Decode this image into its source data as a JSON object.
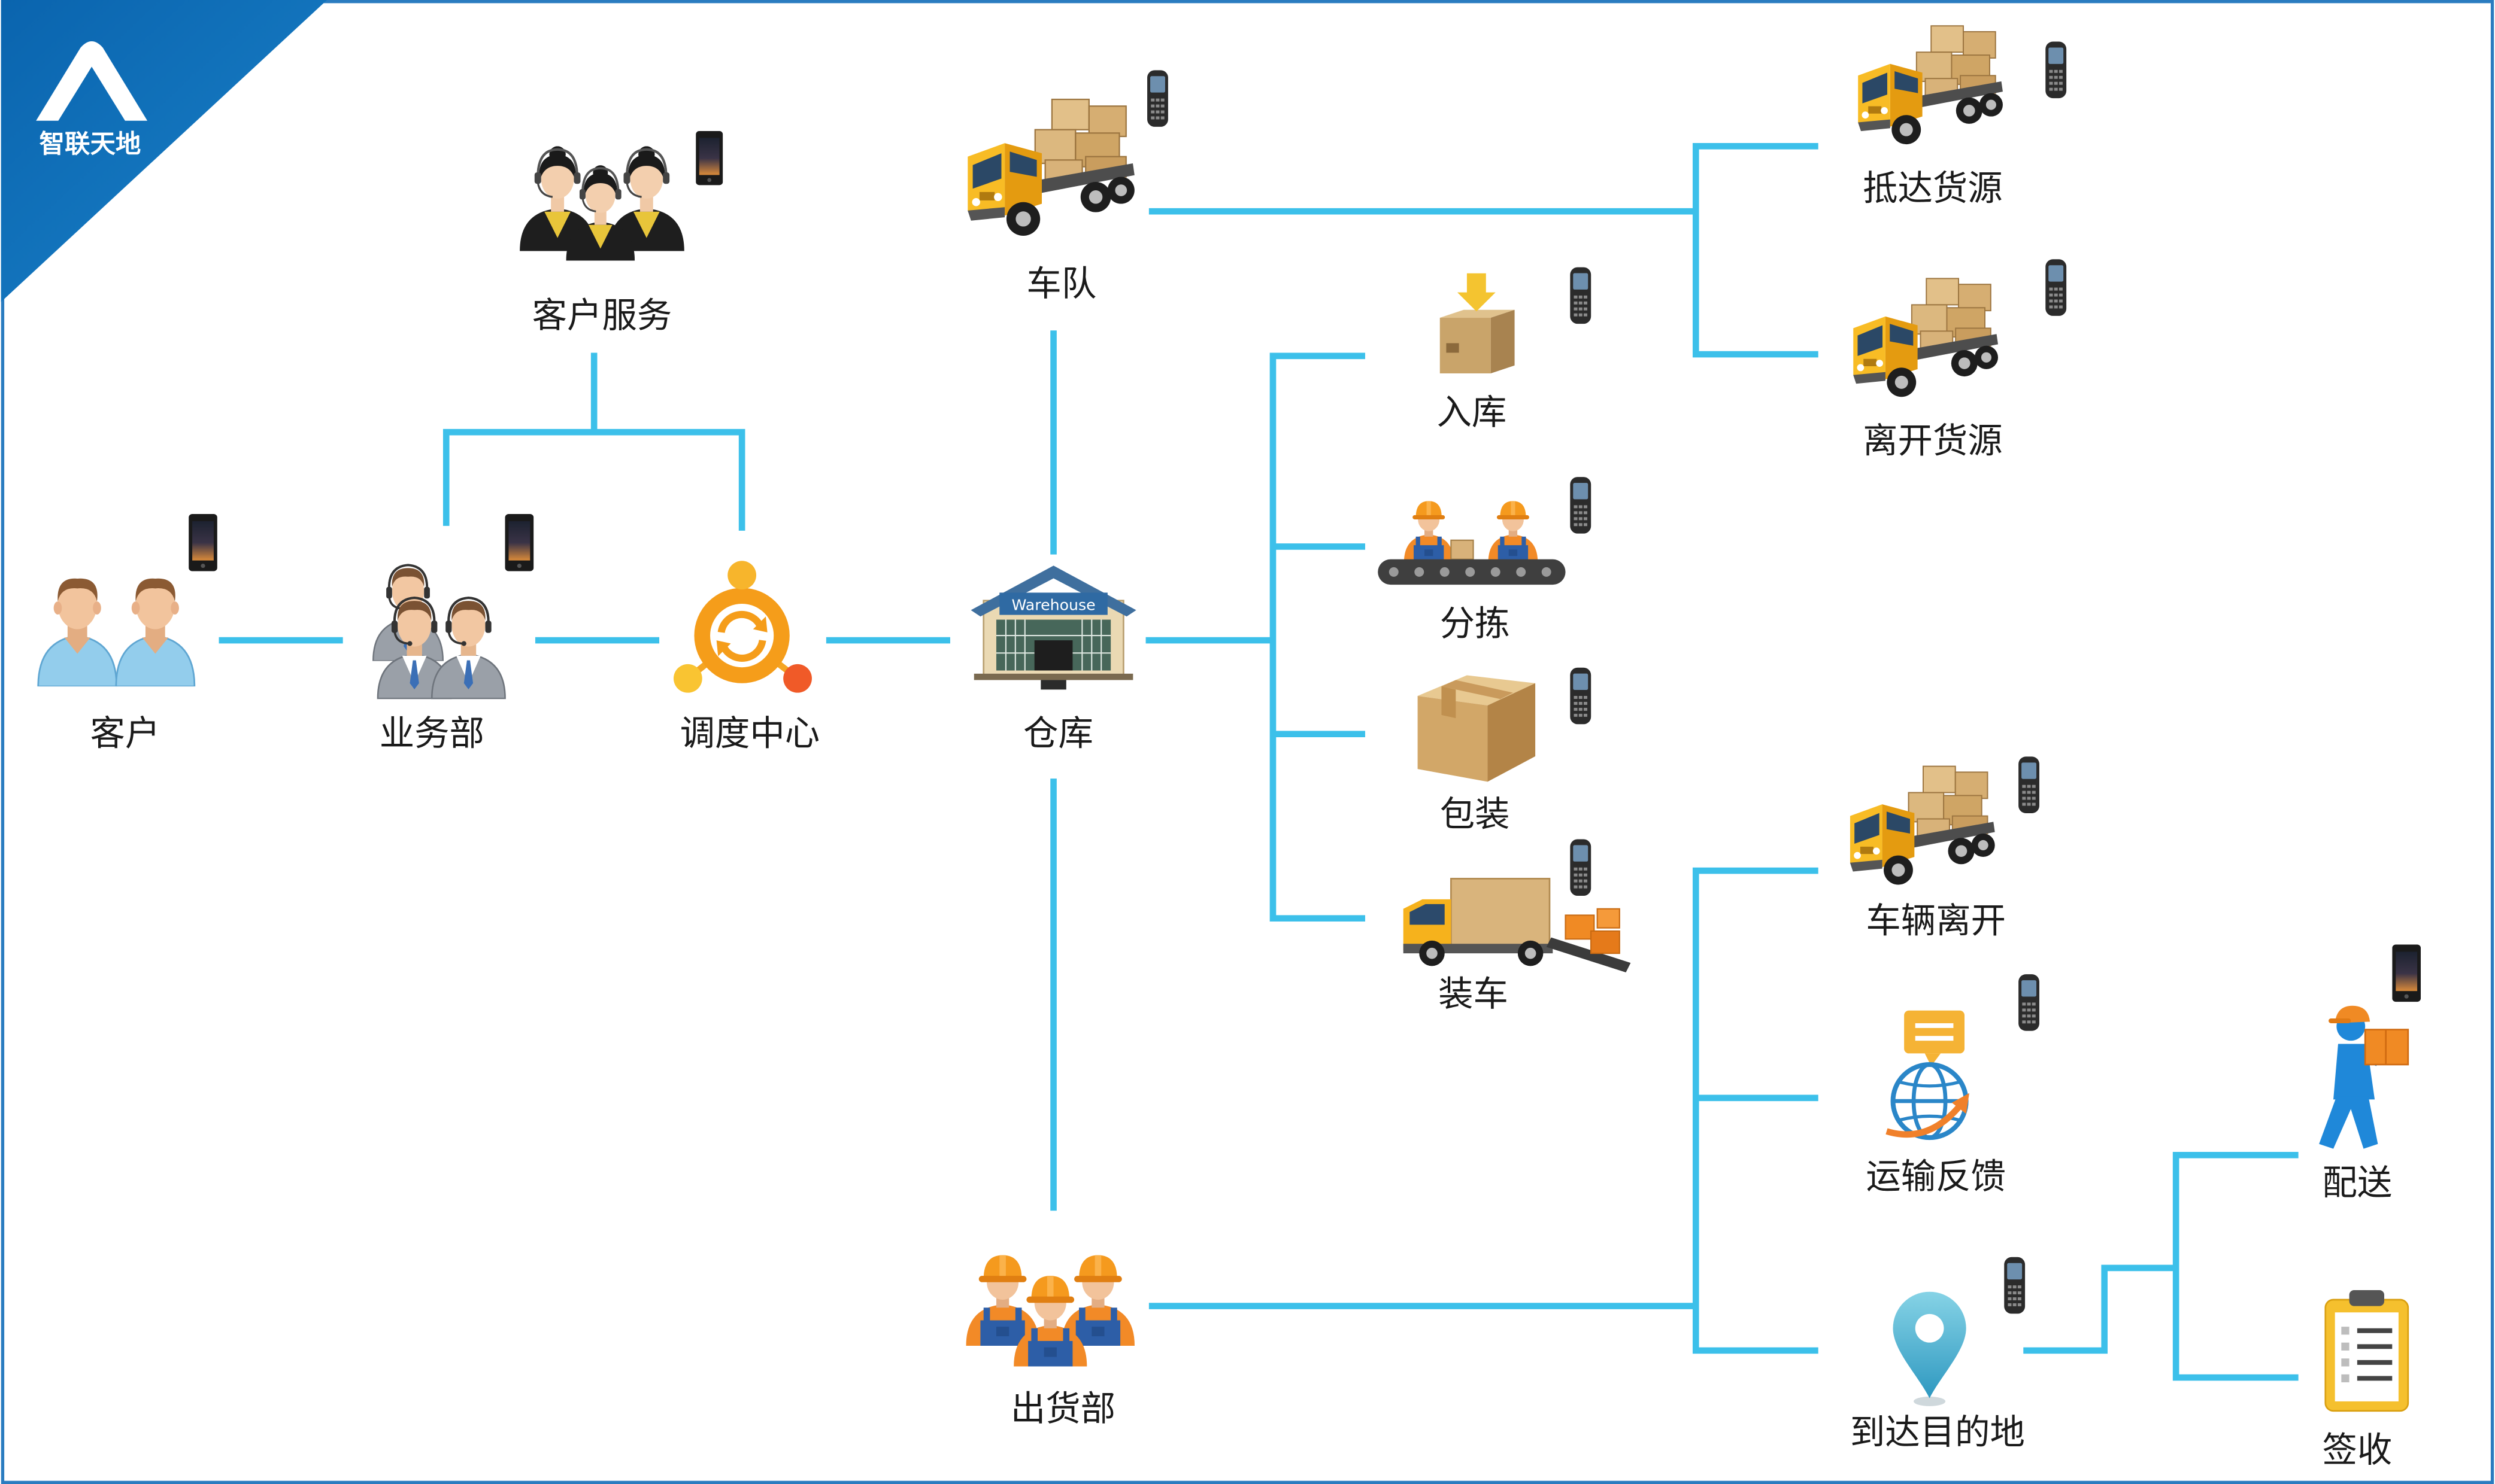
{
  "logo": {
    "text": "智联天地",
    "icon": "mountain-a-logo-icon"
  },
  "colors": {
    "brand": "#0b6cb5",
    "connector": "#3cc0ea",
    "label": "#1a1a1a"
  },
  "nodes": {
    "customer_service": {
      "label": "客户服务",
      "icon": "customer-service-agents-icon"
    },
    "fleet": {
      "label": "车队",
      "icon": "cargo-truck-icon"
    },
    "arrive_source": {
      "label": "抵达货源",
      "icon": "cargo-truck-icon"
    },
    "leave_source": {
      "label": "离开货源",
      "icon": "cargo-truck-icon"
    },
    "inbound": {
      "label": "入库",
      "icon": "box-inbound-icon"
    },
    "sorting": {
      "label": "分拣",
      "icon": "sorting-conveyor-icon"
    },
    "packing": {
      "label": "包装",
      "icon": "cardboard-box-icon"
    },
    "loading": {
      "label": "装车",
      "icon": "truck-loading-icon"
    },
    "customer": {
      "label": "客户",
      "icon": "customers-icon"
    },
    "sales_dept": {
      "label": "业务部",
      "icon": "sales-agents-icon"
    },
    "dispatch_center": {
      "label": "调度中心",
      "icon": "dispatch-hub-icon"
    },
    "warehouse": {
      "label": "仓库",
      "sign": "Warehouse",
      "icon": "warehouse-icon"
    },
    "vehicle_departure": {
      "label": "车辆离开",
      "icon": "cargo-truck-icon"
    },
    "transport_feedback": {
      "label": "运输反馈",
      "icon": "globe-feedback-icon"
    },
    "delivery": {
      "label": "配送",
      "icon": "delivery-man-icon"
    },
    "shipping_dept": {
      "label": "出货部",
      "icon": "workers-icon"
    },
    "destination_arrival": {
      "label": "到达目的地",
      "icon": "location-pin-icon"
    },
    "sign_off": {
      "label": "签收",
      "icon": "clipboard-icon"
    }
  },
  "devices": {
    "handheld": "pda-icon",
    "phone": "smartphone-icon"
  }
}
